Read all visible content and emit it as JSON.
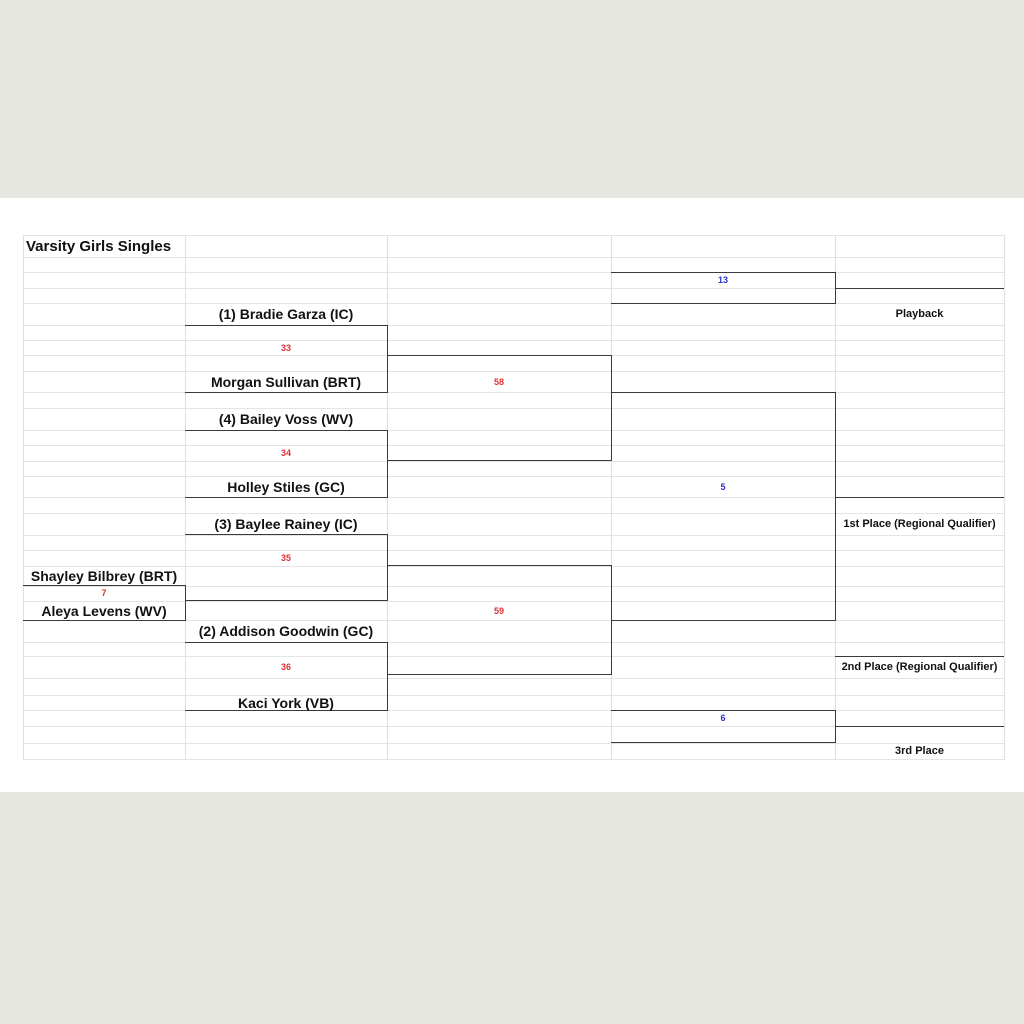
{
  "title": "Varsity Girls Singles",
  "colors": {
    "background": "#e6e6e1",
    "sheet": "#ffffff",
    "gridline": "#e4e4e4",
    "bracket_line": "#3a3a3a",
    "loser_bracket_match": "#e03030",
    "winner_bracket_match": "#3030c8"
  },
  "play_in": {
    "players": [
      "Shayley Bilbrey (BRT)",
      "Aleya Levens (WV)"
    ],
    "match": "7"
  },
  "round1": {
    "players": [
      "(1)  Bradie Garza (IC)",
      "Morgan Sullivan (BRT)",
      "(4) Bailey Voss (WV)",
      "Holley Stiles (GC)",
      "(3) Baylee Rainey (IC)",
      "(2) Addison Goodwin (GC)",
      "Kaci York (VB)"
    ],
    "matches": [
      "33",
      "34",
      "35",
      "36"
    ]
  },
  "round2": {
    "matches": [
      "58",
      "59"
    ]
  },
  "round3": {
    "matches": [
      "13",
      "5",
      "6"
    ]
  },
  "placements": {
    "playback": "Playback",
    "first": "1st Place (Regional Qualifier)",
    "second": "2nd Place (Regional Qualifier)",
    "third": "3rd Place"
  }
}
